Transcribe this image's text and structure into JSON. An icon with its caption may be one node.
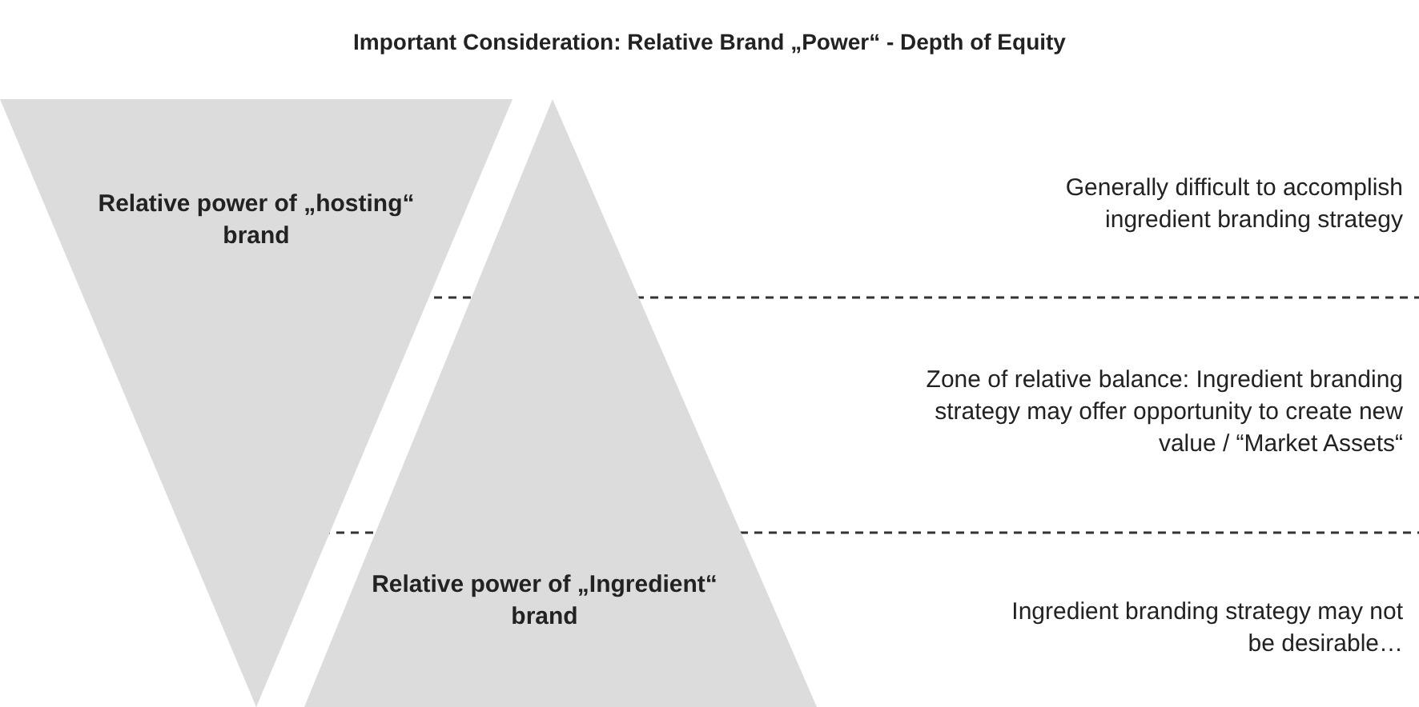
{
  "diagram": {
    "title": "Important Consideration: Relative Brand „Power“ - Depth of Equity",
    "nodes": [
      {
        "text": [
          "Relative power of „hosting“ brand"
        ]
      },
      {
        "text": [
          "Relative power of „Ingredient“ brand"
        ]
      }
    ],
    "labels": [
      "Generally difficult to accomplish ingredient branding strategy",
      "Zone of relative balance: Ingredient branding strategy may offer opportunity to create new value / “Market Assets“",
      "Ingredient branding strategy may not be desirable…"
    ]
  }
}
